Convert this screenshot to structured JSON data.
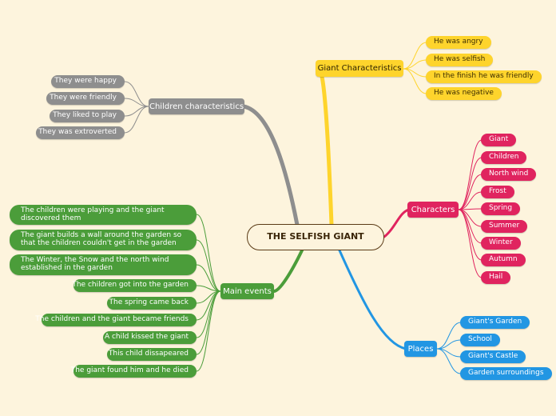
{
  "center": {
    "label": "THE SELFISH GIANT"
  },
  "branches": [
    {
      "id": "giant",
      "label": "Giant Characteristics",
      "color": "#fed42c",
      "items": [
        "He was angry",
        "He was selfish",
        "In the finish he was friendly",
        "He was negative"
      ]
    },
    {
      "id": "characters",
      "label": "Characters",
      "color": "#e0245f",
      "items": [
        "Giant",
        "Children",
        "North wind",
        "Frost",
        "Spring",
        "Summer",
        "Winter",
        "Autumn",
        "Hail"
      ]
    },
    {
      "id": "places",
      "label": "Places",
      "color": "#2296e3",
      "items": [
        "Giant's Garden",
        "School",
        "Giant's Castle",
        "Garden surroundings"
      ]
    },
    {
      "id": "children",
      "label": "Children characteristics",
      "color": "#8e8e8e",
      "items": [
        "They were happy",
        "They were friendly",
        "They liked to play",
        "They was extroverted"
      ]
    },
    {
      "id": "events",
      "label": "Main events",
      "color": "#4b9d3a",
      "items": [
        "The children were playing and the giant discovered them",
        "The giant builds a wall around the garden so that the children couldn't get in the garden",
        "The Winter, the Snow and the north wind established in the garden",
        "The children got into the garden",
        "The spring came back",
        "The children and the giant became friends",
        "A child kissed the giant",
        "This child dissapeared",
        "The giant found him and he died"
      ]
    }
  ]
}
